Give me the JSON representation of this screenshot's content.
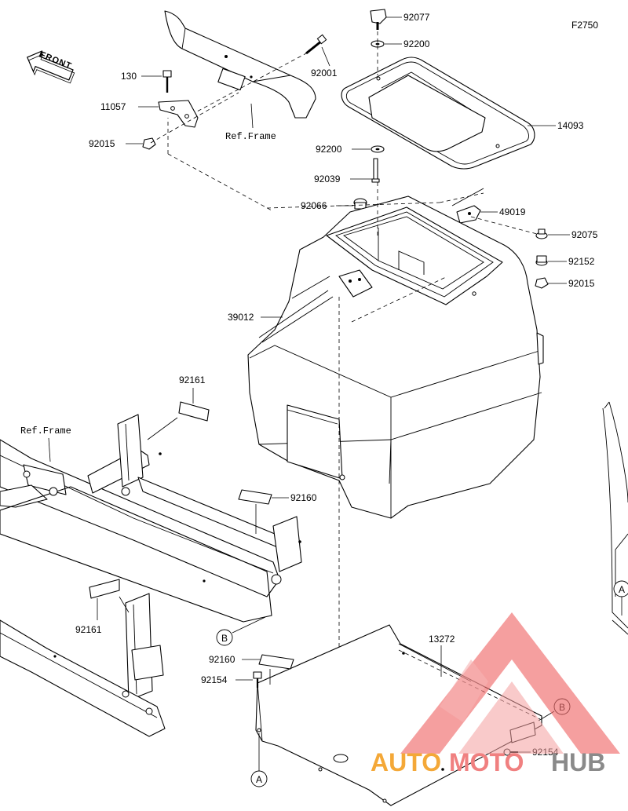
{
  "diagram": {
    "figure_code": "F2750",
    "front_arrow_label": "FRONT",
    "ref_frame_top": "Ref.Frame",
    "ref_frame_left": "Ref.Frame",
    "part_numbers": {
      "p92077": "92077",
      "p92200_top": "92200",
      "p92001": "92001",
      "p130": "130",
      "p11057": "11057",
      "p92015_left": "92015",
      "p14093": "14093",
      "p92200_mid": "92200",
      "p92039": "92039",
      "p92066": "92066",
      "p49019": "49019",
      "p92075": "92075",
      "p92152": "92152",
      "p92015_right": "92015",
      "p39012": "39012",
      "p92161_top": "92161",
      "p92160_mid": "92160",
      "p92161_bottom": "92161",
      "p92160_bottom": "92160",
      "p92154_left": "92154",
      "p13272": "13272",
      "p92154_right": "92154"
    },
    "callouts": {
      "b_mid": "B",
      "b_right": "B",
      "a_bottom": "A",
      "a_right": "A"
    }
  },
  "watermark": {
    "part1": "AUTO",
    "part2": "MOTO",
    "part3": "HUB",
    "colors": {
      "auto": "#f4a838",
      "moto": "#f08080",
      "hub": "#8a8a8a",
      "logo": "#f06a6a"
    }
  }
}
